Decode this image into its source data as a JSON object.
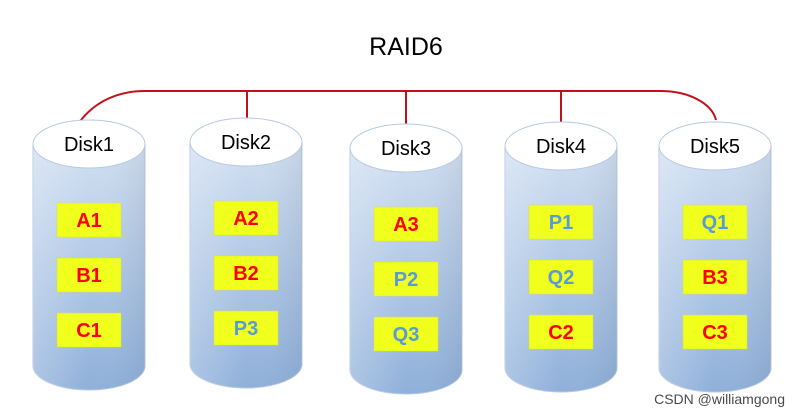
{
  "title": "RAID6",
  "watermark": "CSDN @williamgong",
  "colors": {
    "connector_line": "#c0101a",
    "cylinder_body": "#a7bfe0",
    "cylinder_top": "#ffffff",
    "cylinder_outline": "#b8c8e0",
    "block_fill": "#f0ff1c",
    "data_text": "#ff0000",
    "parity_text": "#5b9bd5"
  },
  "disks": [
    {
      "label": "Disk1",
      "blocks": [
        {
          "text": "A1",
          "kind": "data"
        },
        {
          "text": "B1",
          "kind": "data"
        },
        {
          "text": "C1",
          "kind": "data"
        }
      ]
    },
    {
      "label": "Disk2",
      "blocks": [
        {
          "text": "A2",
          "kind": "data"
        },
        {
          "text": "B2",
          "kind": "data"
        },
        {
          "text": "P3",
          "kind": "parity"
        }
      ]
    },
    {
      "label": "Disk3",
      "blocks": [
        {
          "text": "A3",
          "kind": "data"
        },
        {
          "text": "P2",
          "kind": "parity"
        },
        {
          "text": "Q3",
          "kind": "parity"
        }
      ]
    },
    {
      "label": "Disk4",
      "blocks": [
        {
          "text": "P1",
          "kind": "parity"
        },
        {
          "text": "Q2",
          "kind": "parity"
        },
        {
          "text": "C2",
          "kind": "data"
        }
      ]
    },
    {
      "label": "Disk5",
      "blocks": [
        {
          "text": "Q1",
          "kind": "parity"
        },
        {
          "text": "B3",
          "kind": "data"
        },
        {
          "text": "C3",
          "kind": "data"
        }
      ]
    }
  ]
}
